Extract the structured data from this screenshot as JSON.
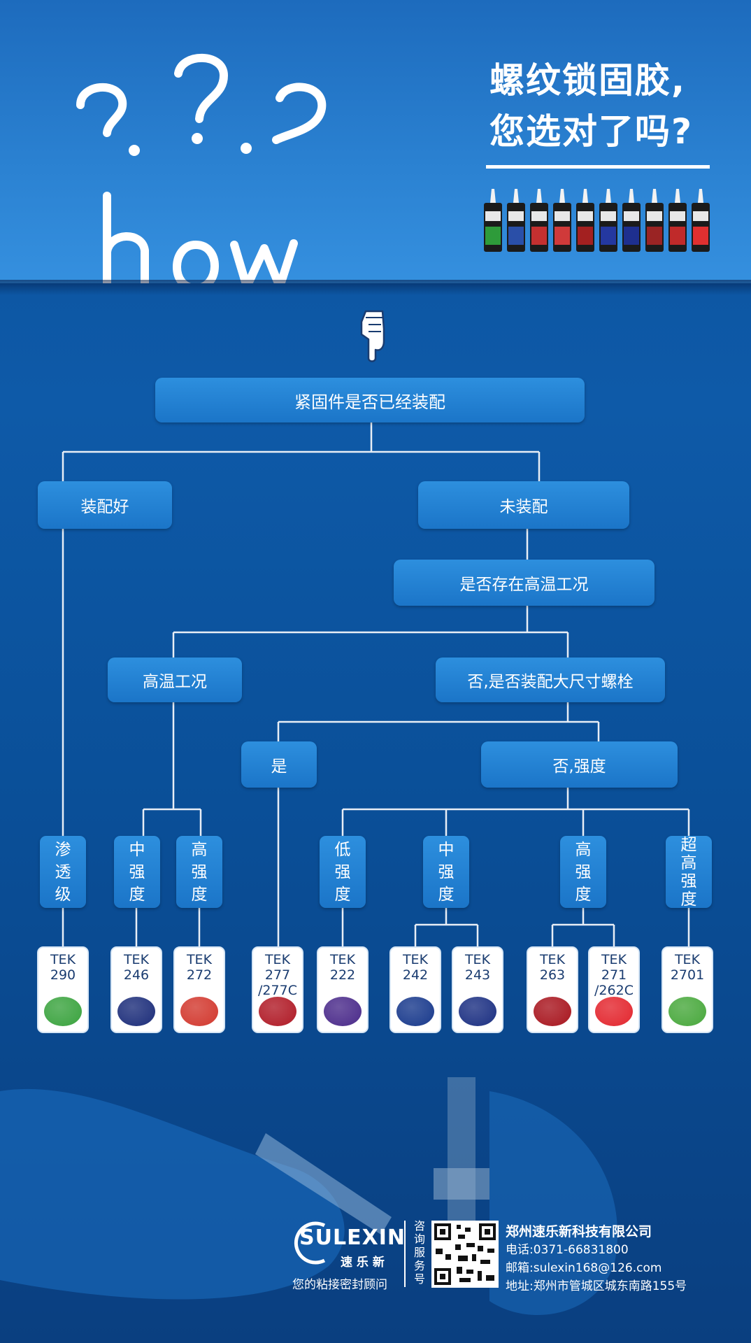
{
  "header": {
    "doodle": "how",
    "title_line1": "螺纹锁固胶,",
    "title_line2": "您选对了吗?",
    "bottle_colors": [
      "#2e9b3a",
      "#2a4fa8",
      "#c43030",
      "#d03a3a",
      "#a32020",
      "#2438a0",
      "#1e2f8f",
      "#9a2424",
      "#c02a2a",
      "#e03030"
    ]
  },
  "tree": {
    "root": "紧固件是否已经装配",
    "assembled": "装配好",
    "unassembled": "未装配",
    "high_temp_q": "是否存在高温工况",
    "high_temp": "高温工况",
    "large_bolt_q": "否,是否装配大尺寸螺栓",
    "yes": "是",
    "no_strength": "否,强度",
    "penetrating": [
      "渗",
      "透",
      "级"
    ],
    "ht_medium": [
      "中",
      "强",
      "度"
    ],
    "ht_high": [
      "高",
      "强",
      "度"
    ],
    "low": [
      "低",
      "强",
      "度"
    ],
    "medium": [
      "中",
      "强",
      "度"
    ],
    "high": [
      "高",
      "强",
      "度"
    ],
    "ultra": [
      "超",
      "高",
      "强",
      "度"
    ]
  },
  "products": [
    {
      "lines": [
        "TEK",
        "290"
      ],
      "color": "#3aa33e"
    },
    {
      "lines": [
        "TEK",
        "246"
      ],
      "color": "#1c2d7a"
    },
    {
      "lines": [
        "TEK",
        "272"
      ],
      "color": "#d2382e"
    },
    {
      "lines": [
        "TEK",
        "277",
        "/277C"
      ],
      "color": "#b01a26"
    },
    {
      "lines": [
        "TEK",
        "222"
      ],
      "color": "#4a2a8a"
    },
    {
      "lines": [
        "TEK",
        "242"
      ],
      "color": "#18398c"
    },
    {
      "lines": [
        "TEK",
        "243"
      ],
      "color": "#1b2f82"
    },
    {
      "lines": [
        "TEK",
        "263"
      ],
      "color": "#a8151e"
    },
    {
      "lines": [
        "TEK",
        "271",
        "/262C"
      ],
      "color": "#e3262e"
    },
    {
      "lines": [
        "TEK",
        "2701"
      ],
      "color": "#48a83c"
    }
  ],
  "footer": {
    "logo": "SULEXIN",
    "logo_cn": "速 乐 新",
    "slogan": "您的粘接密封顾问",
    "service_vertical": [
      "咨",
      "询",
      "服",
      "务",
      "号"
    ],
    "company": "郑州速乐新科技有限公司",
    "phone": "电话:0371-66831800",
    "email": "邮箱:sulexin168@126.com",
    "address": "地址:郑州市管城区城东南路155号"
  },
  "colors": {
    "box_blue": "#1f7ecf",
    "line": "#e8eef6",
    "card_text": "#1a3c70"
  }
}
